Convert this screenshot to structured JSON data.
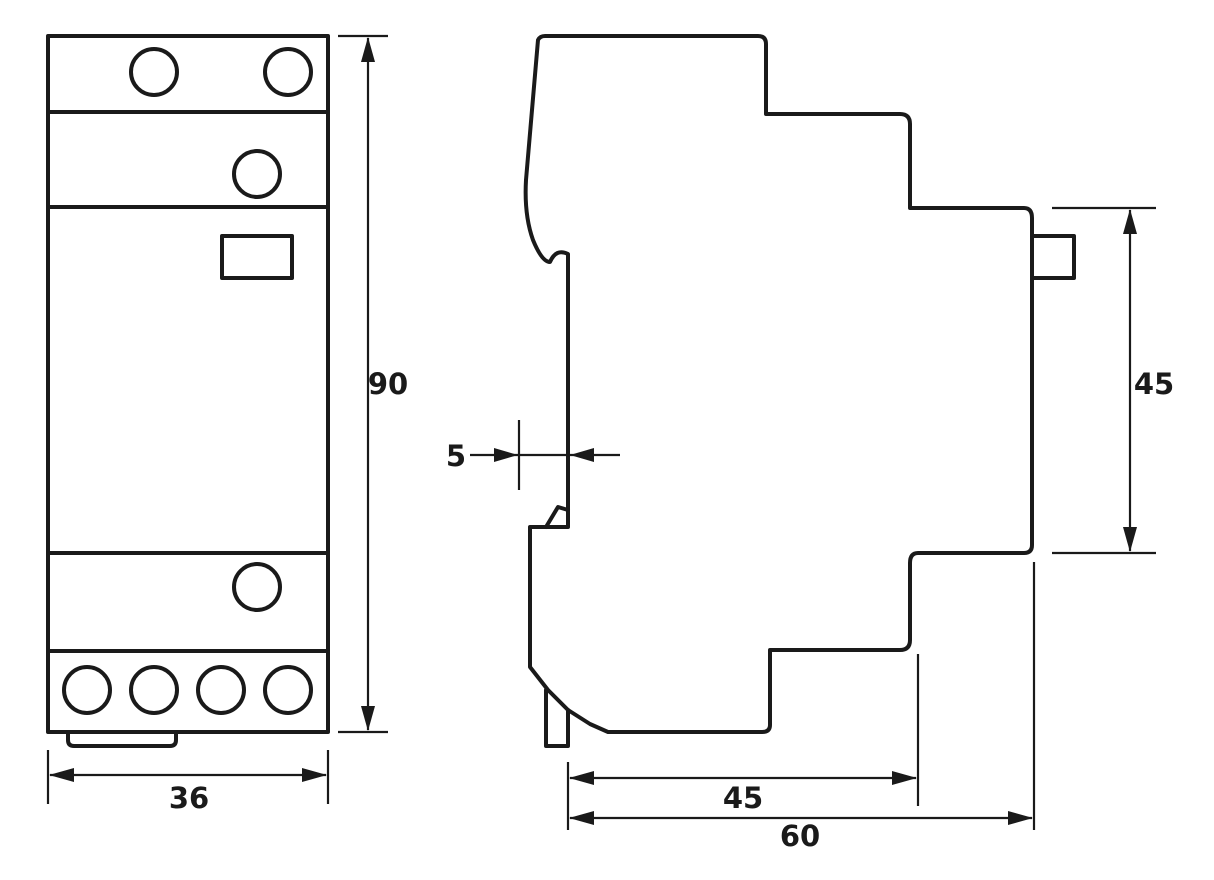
{
  "front_view": {
    "top_terminals": 2,
    "middle_terminals": 1,
    "lower_terminals": 1,
    "bottom_terminals": 4
  },
  "dimensions": {
    "height": "90",
    "width": "36",
    "rail_offset": "5",
    "front_height": "45",
    "front_depth": "45",
    "total_depth": "60"
  }
}
